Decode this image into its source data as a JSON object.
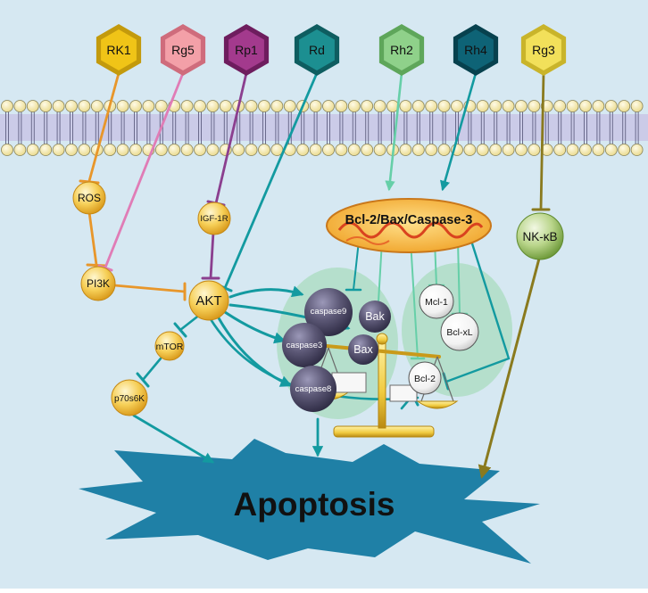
{
  "colors": {
    "background": "#d6e8f2",
    "orange": "#e8962a",
    "pink": "#e07cb6",
    "purple": "#8b3f8f",
    "teal": "#139aa0",
    "mint": "#66cfa8",
    "olive": "#8a7a1e",
    "apoptosis_fill": "#1f80a6",
    "protein_dark": "#4d4a66",
    "gold": "#f2d24a"
  },
  "ginsenosides": [
    {
      "label": "RK1",
      "fill": "#f0c417",
      "dark": "#c39a0c"
    },
    {
      "label": "Rg5",
      "fill": "#f3a0a8",
      "dark": "#cf6c7c"
    },
    {
      "label": "Rp1",
      "fill": "#a33a8d",
      "dark": "#6e1d5e"
    },
    {
      "label": "Rd",
      "fill": "#1c8f91",
      "dark": "#0e5d60"
    },
    {
      "label": "Rh2",
      "fill": "#8fd18a",
      "dark": "#5ea65a"
    },
    {
      "label": "Rh4",
      "fill": "#0e6376",
      "dark": "#07414e"
    },
    {
      "label": "Rg3",
      "fill": "#f2e05a",
      "dark": "#c9b42a"
    }
  ],
  "nodes": {
    "ros": "ROS",
    "pi3k": "PI3K",
    "igf1r": "IGF-1R",
    "akt": "AKT",
    "mtor": "mTOR",
    "p70s6k": "p70s6K",
    "nfkb": "NK-κB",
    "mito": "Bcl-2/Bax/Caspase-3",
    "caspase9": "caspase9",
    "caspase3": "caspase3",
    "caspase8": "caspase8",
    "bak": "Bak",
    "bax": "Bax",
    "mcl1": "Mcl-1",
    "bclxl": "Bcl-xL",
    "bcl2": "Bcl-2",
    "apoptosis": "Apoptosis"
  }
}
